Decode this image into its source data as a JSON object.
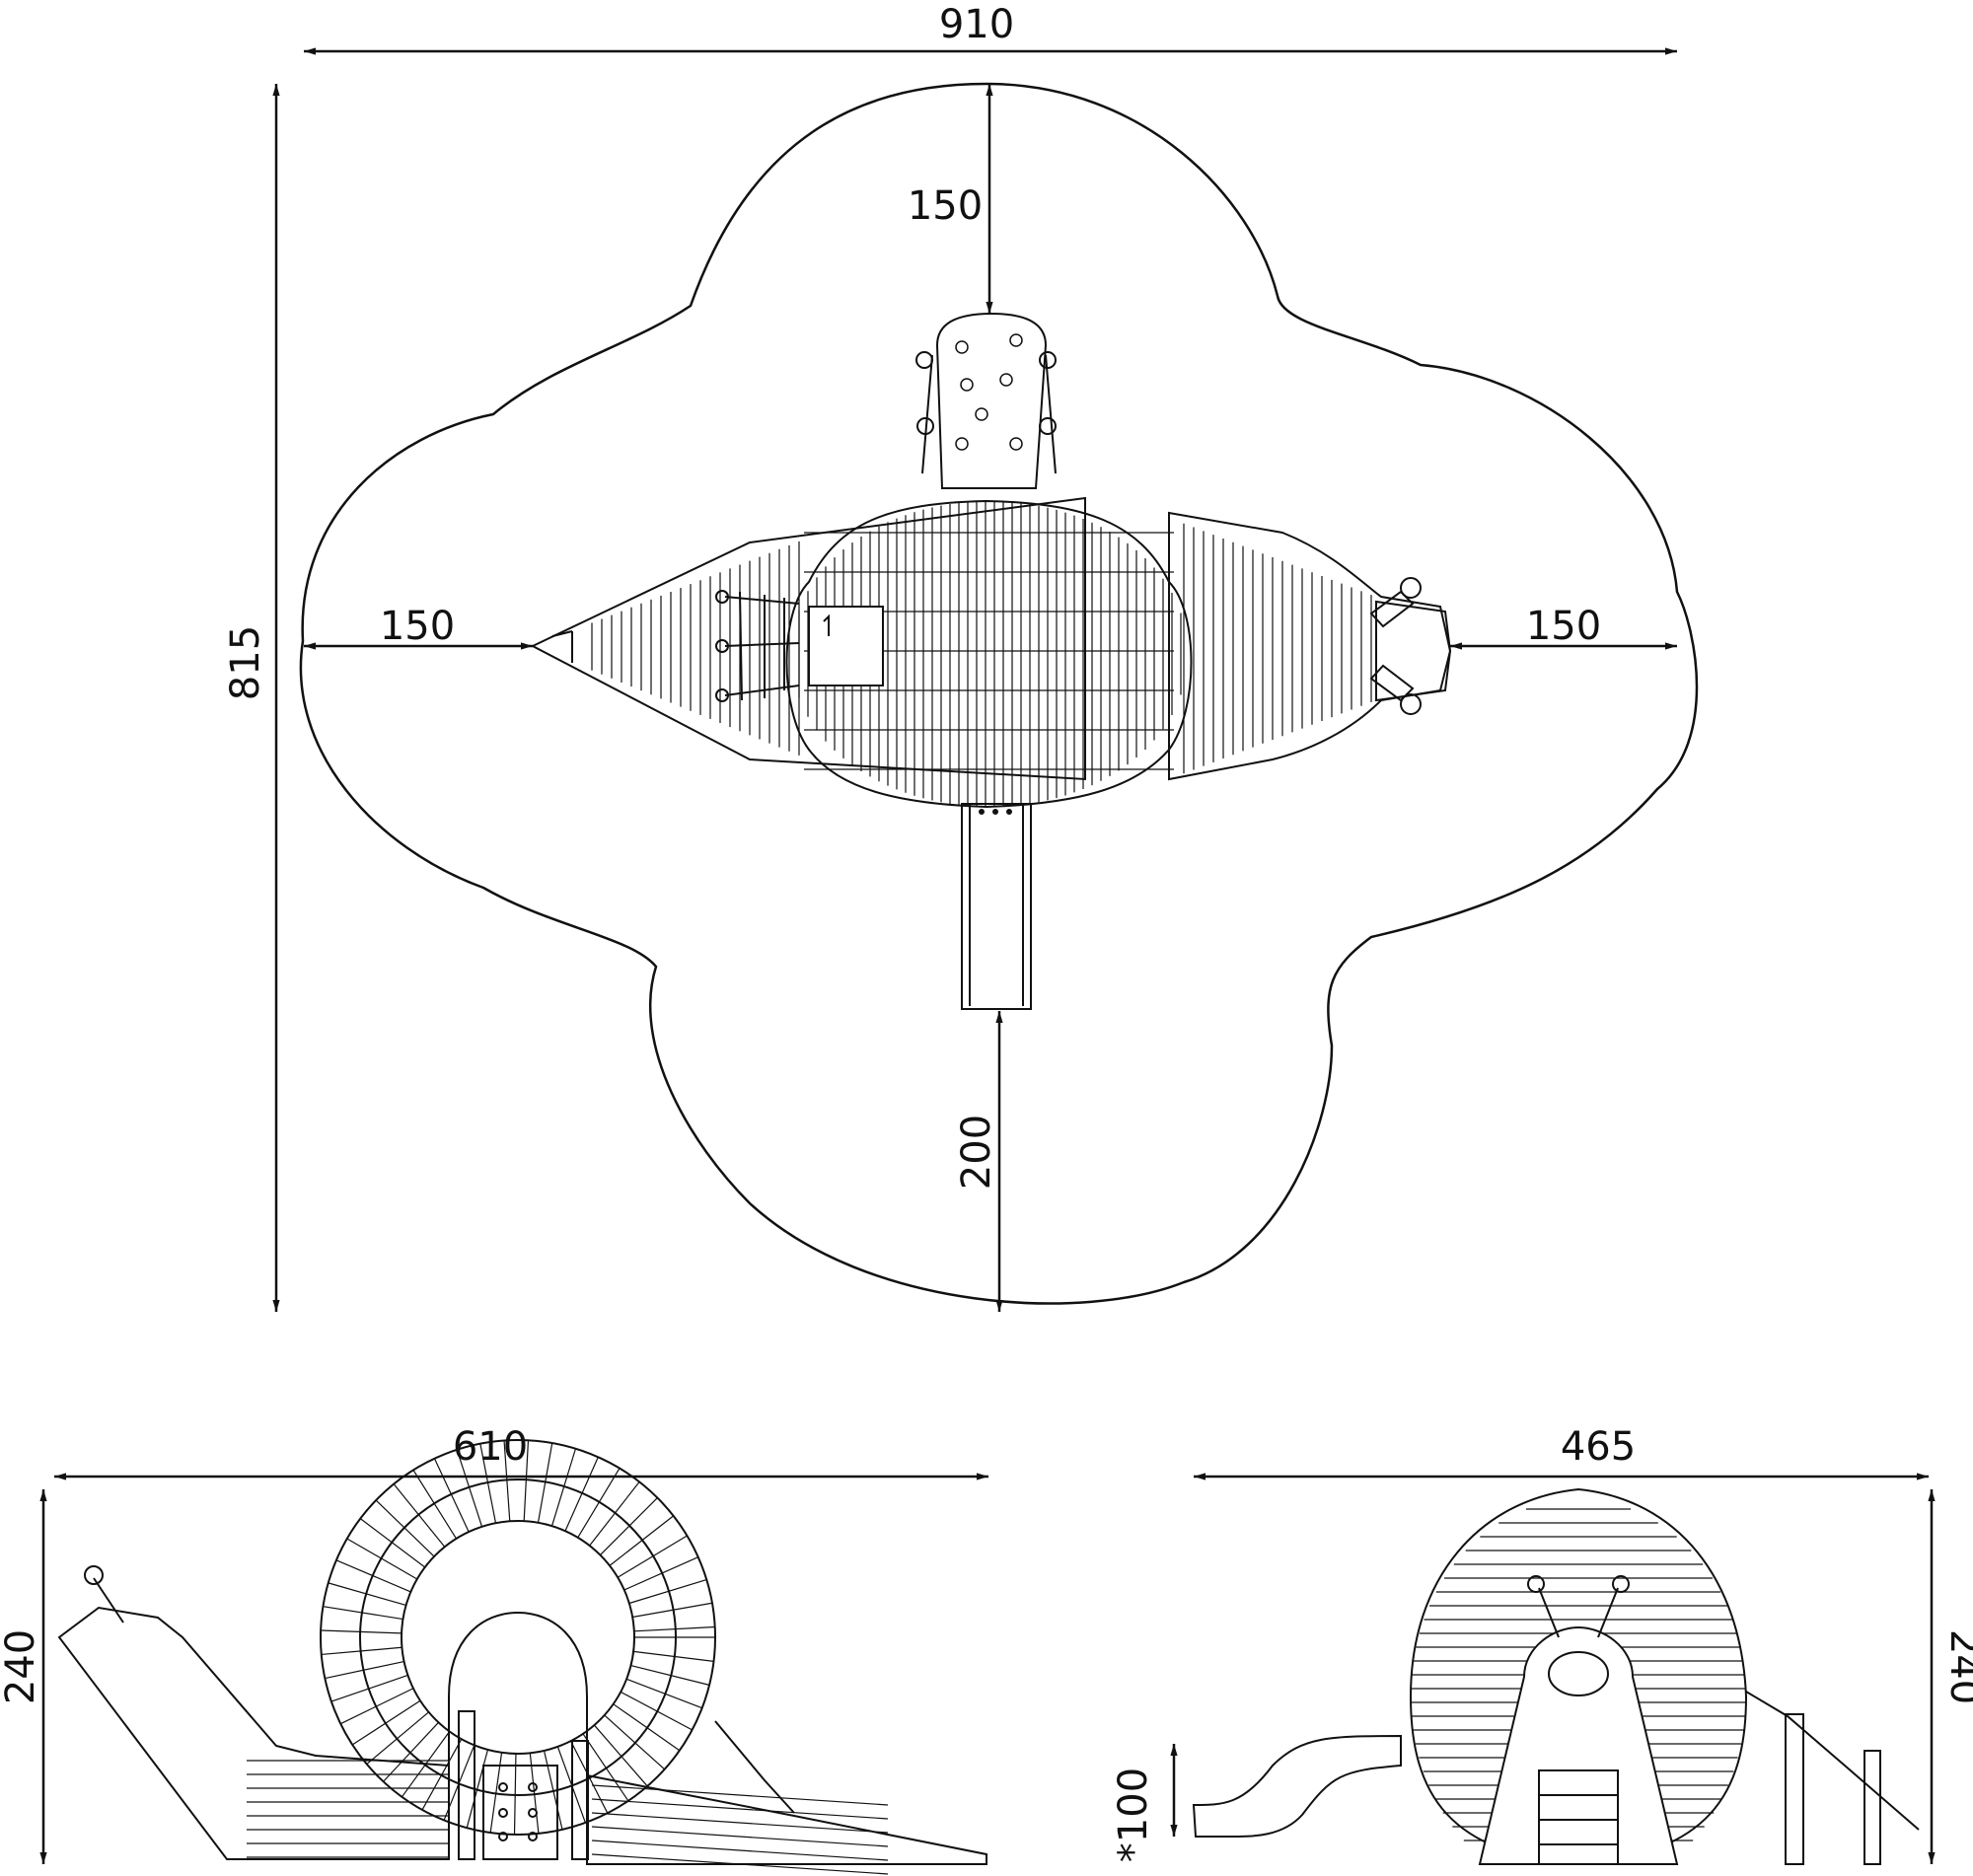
{
  "drawing": {
    "ink_color": "#111111",
    "background": "#ffffff"
  },
  "top_view": {
    "width_label": "910",
    "height_label": "815",
    "clearance_top": "150",
    "clearance_left": "150",
    "clearance_right": "150",
    "clearance_bottom": "200"
  },
  "side_view": {
    "width_label": "610",
    "height_label": "240"
  },
  "front_view": {
    "width_label": "465",
    "height_label": "240",
    "platform_height_label": "*100"
  }
}
